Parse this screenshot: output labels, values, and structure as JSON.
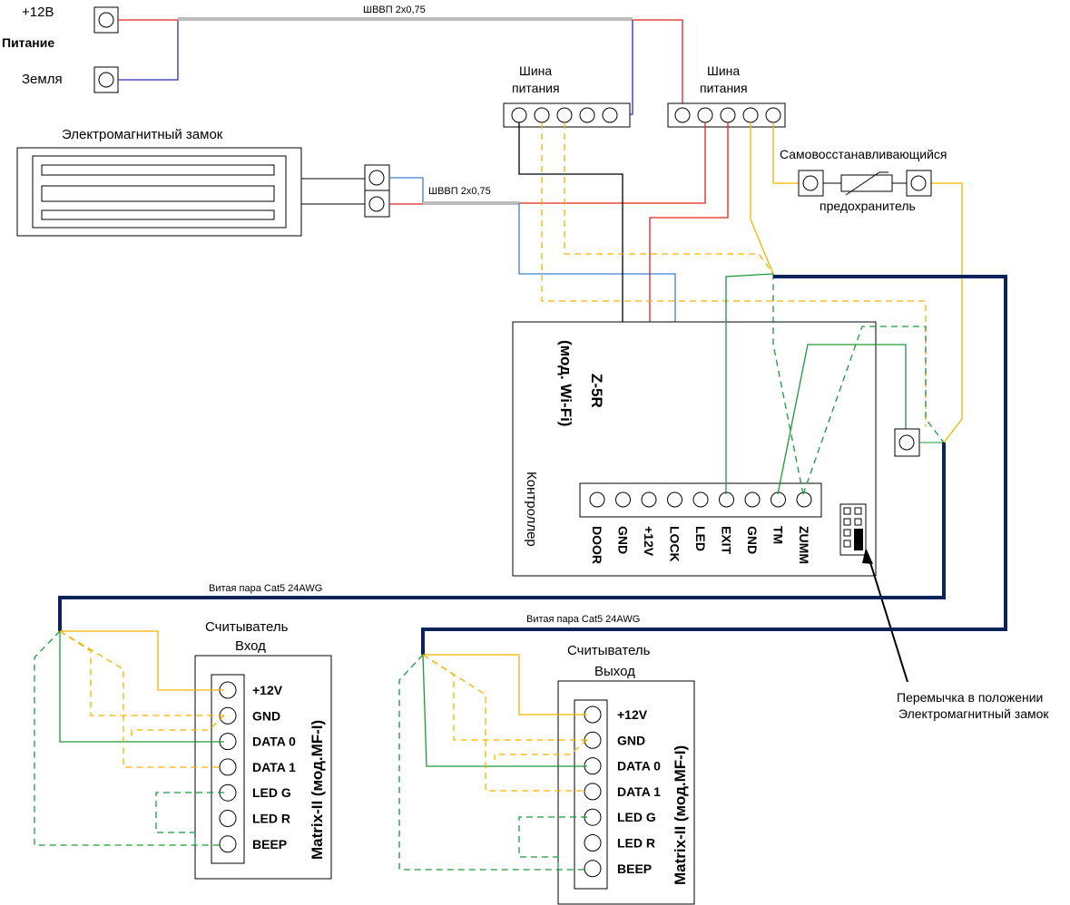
{
  "power": {
    "plus_label": "+12В",
    "title": "Питание",
    "ground_label": "Земля",
    "cable_label": "ШВВП 2х0,75"
  },
  "bus": {
    "left_label": "Шина\nпитания",
    "right_label": "Шина\nпитания"
  },
  "lock": {
    "title": "Электромагнитный замок",
    "cable_label": "ШВВП 2х0,75"
  },
  "fuse": {
    "label_top": "Самовосстанавливающийся",
    "label_bottom": "предохранитель"
  },
  "controller": {
    "model": "Z-5R",
    "variant": "(мод. Wi-Fi)",
    "caption": "Контроллер",
    "terminals": [
      "DOOR",
      "GND",
      "+12V",
      "LOCK",
      "LED",
      "EXIT",
      "GND",
      "TM",
      "ZUMM"
    ]
  },
  "jumper_note": "Перемычка в положении\nЭлектромагнитный замок",
  "cable_twisted_1": "Витая пара Cat5 24AWG",
  "cable_twisted_2": "Витая пара Cat5 24AWG",
  "reader_in": {
    "title": "Считыватель",
    "subtitle": "Вход",
    "model": "Matrix-II (мод.MF-I)",
    "pins": [
      "+12V",
      "GND",
      "DATA 0",
      "DATA 1",
      "LED G",
      "LED R",
      "BEEP"
    ]
  },
  "reader_out": {
    "title": "Считыватель",
    "subtitle": "Выход",
    "model": "Matrix-II (мод.MF-I)",
    "pins": [
      "+12V",
      "GND",
      "DATA 0",
      "DATA 1",
      "LED G",
      "LED R",
      "BEEP"
    ]
  },
  "colors": {
    "red": "#e0201c",
    "blue": "#2332b8",
    "lightblue": "#3d7fd0",
    "yellow": "#f5b400",
    "green": "#1a9a3a",
    "navy": "#0b2358",
    "grey": "#bcbcbc"
  }
}
